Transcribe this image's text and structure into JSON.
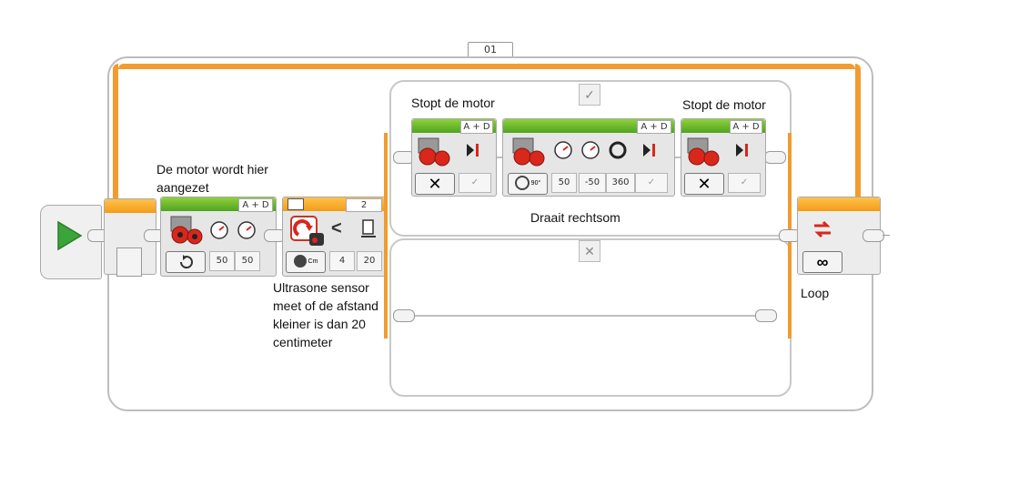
{
  "loop": {
    "name": "01",
    "label": "Loop",
    "mode_icon": "infinity-icon",
    "color": "#f29b30"
  },
  "start": {
    "icon": "play-icon",
    "color": "#3aa53a"
  },
  "motor_on": {
    "ports": "A + D",
    "power_left": "50",
    "power_right": "50",
    "mode_icon": "on-icon"
  },
  "sensor_switch": {
    "port": "2",
    "compare_symbol": "<",
    "compare_type": "4",
    "threshold": "20",
    "mode_icon": "ultrasonic-cm-icon",
    "mode_unit": "Cm"
  },
  "case_true": {
    "tab_icon": "check-icon",
    "stop1": {
      "ports": "A + D",
      "brake_icon": "brake-icon"
    },
    "rotate": {
      "ports": "A + D",
      "steering": "50",
      "power": "-50",
      "degrees": "360",
      "mode_unit": "90°"
    },
    "stop2": {
      "ports": "A + D",
      "brake_icon": "brake-icon"
    }
  },
  "case_false": {
    "tab_icon": "x-icon"
  },
  "annotations": {
    "motor_on": "De motor wordt hier\naangezet",
    "sensor": "Ultrasone sensor\nmeet of de afstand\nkleiner is dan 20\ncentimeter",
    "stop1": "Stopt de motor",
    "stop2": "Stopt de motor",
    "rotate": "Draait rechtsom"
  }
}
